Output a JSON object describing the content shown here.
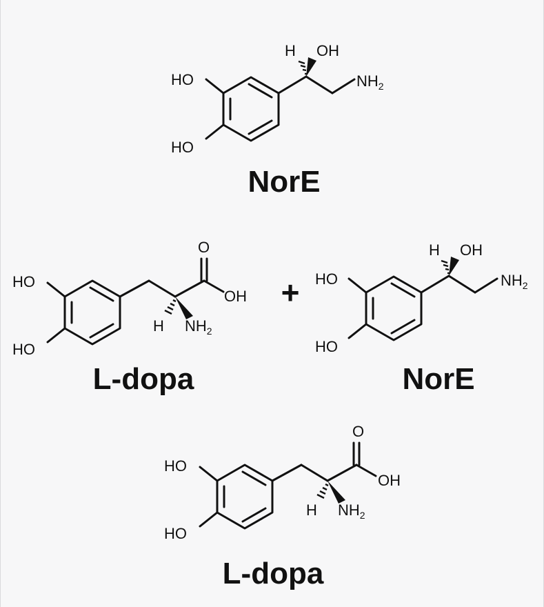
{
  "molecules": {
    "top_norepinephrine": {
      "name": "NorE",
      "labels": {
        "ho1": "HO",
        "ho2": "HO",
        "h": "H",
        "oh": "OH",
        "nh": "NH",
        "nh_sub": "2"
      }
    },
    "mid_ldopa": {
      "name": "L-dopa",
      "labels": {
        "ho1": "HO",
        "ho2": "HO",
        "o": "O",
        "oh": "OH",
        "h": "H",
        "nh": "NH",
        "nh_sub": "2"
      }
    },
    "mid_norepinephrine": {
      "name": "NorE",
      "labels": {
        "ho1": "HO",
        "ho2": "HO",
        "h": "H",
        "oh": "OH",
        "nh": "NH",
        "nh_sub": "2"
      }
    },
    "bottom_ldopa": {
      "name": "L-dopa",
      "labels": {
        "ho1": "HO",
        "ho2": "HO",
        "o": "O",
        "oh": "OH",
        "h": "H",
        "nh": "NH",
        "nh_sub": "2"
      }
    }
  },
  "plus_sign": "+"
}
